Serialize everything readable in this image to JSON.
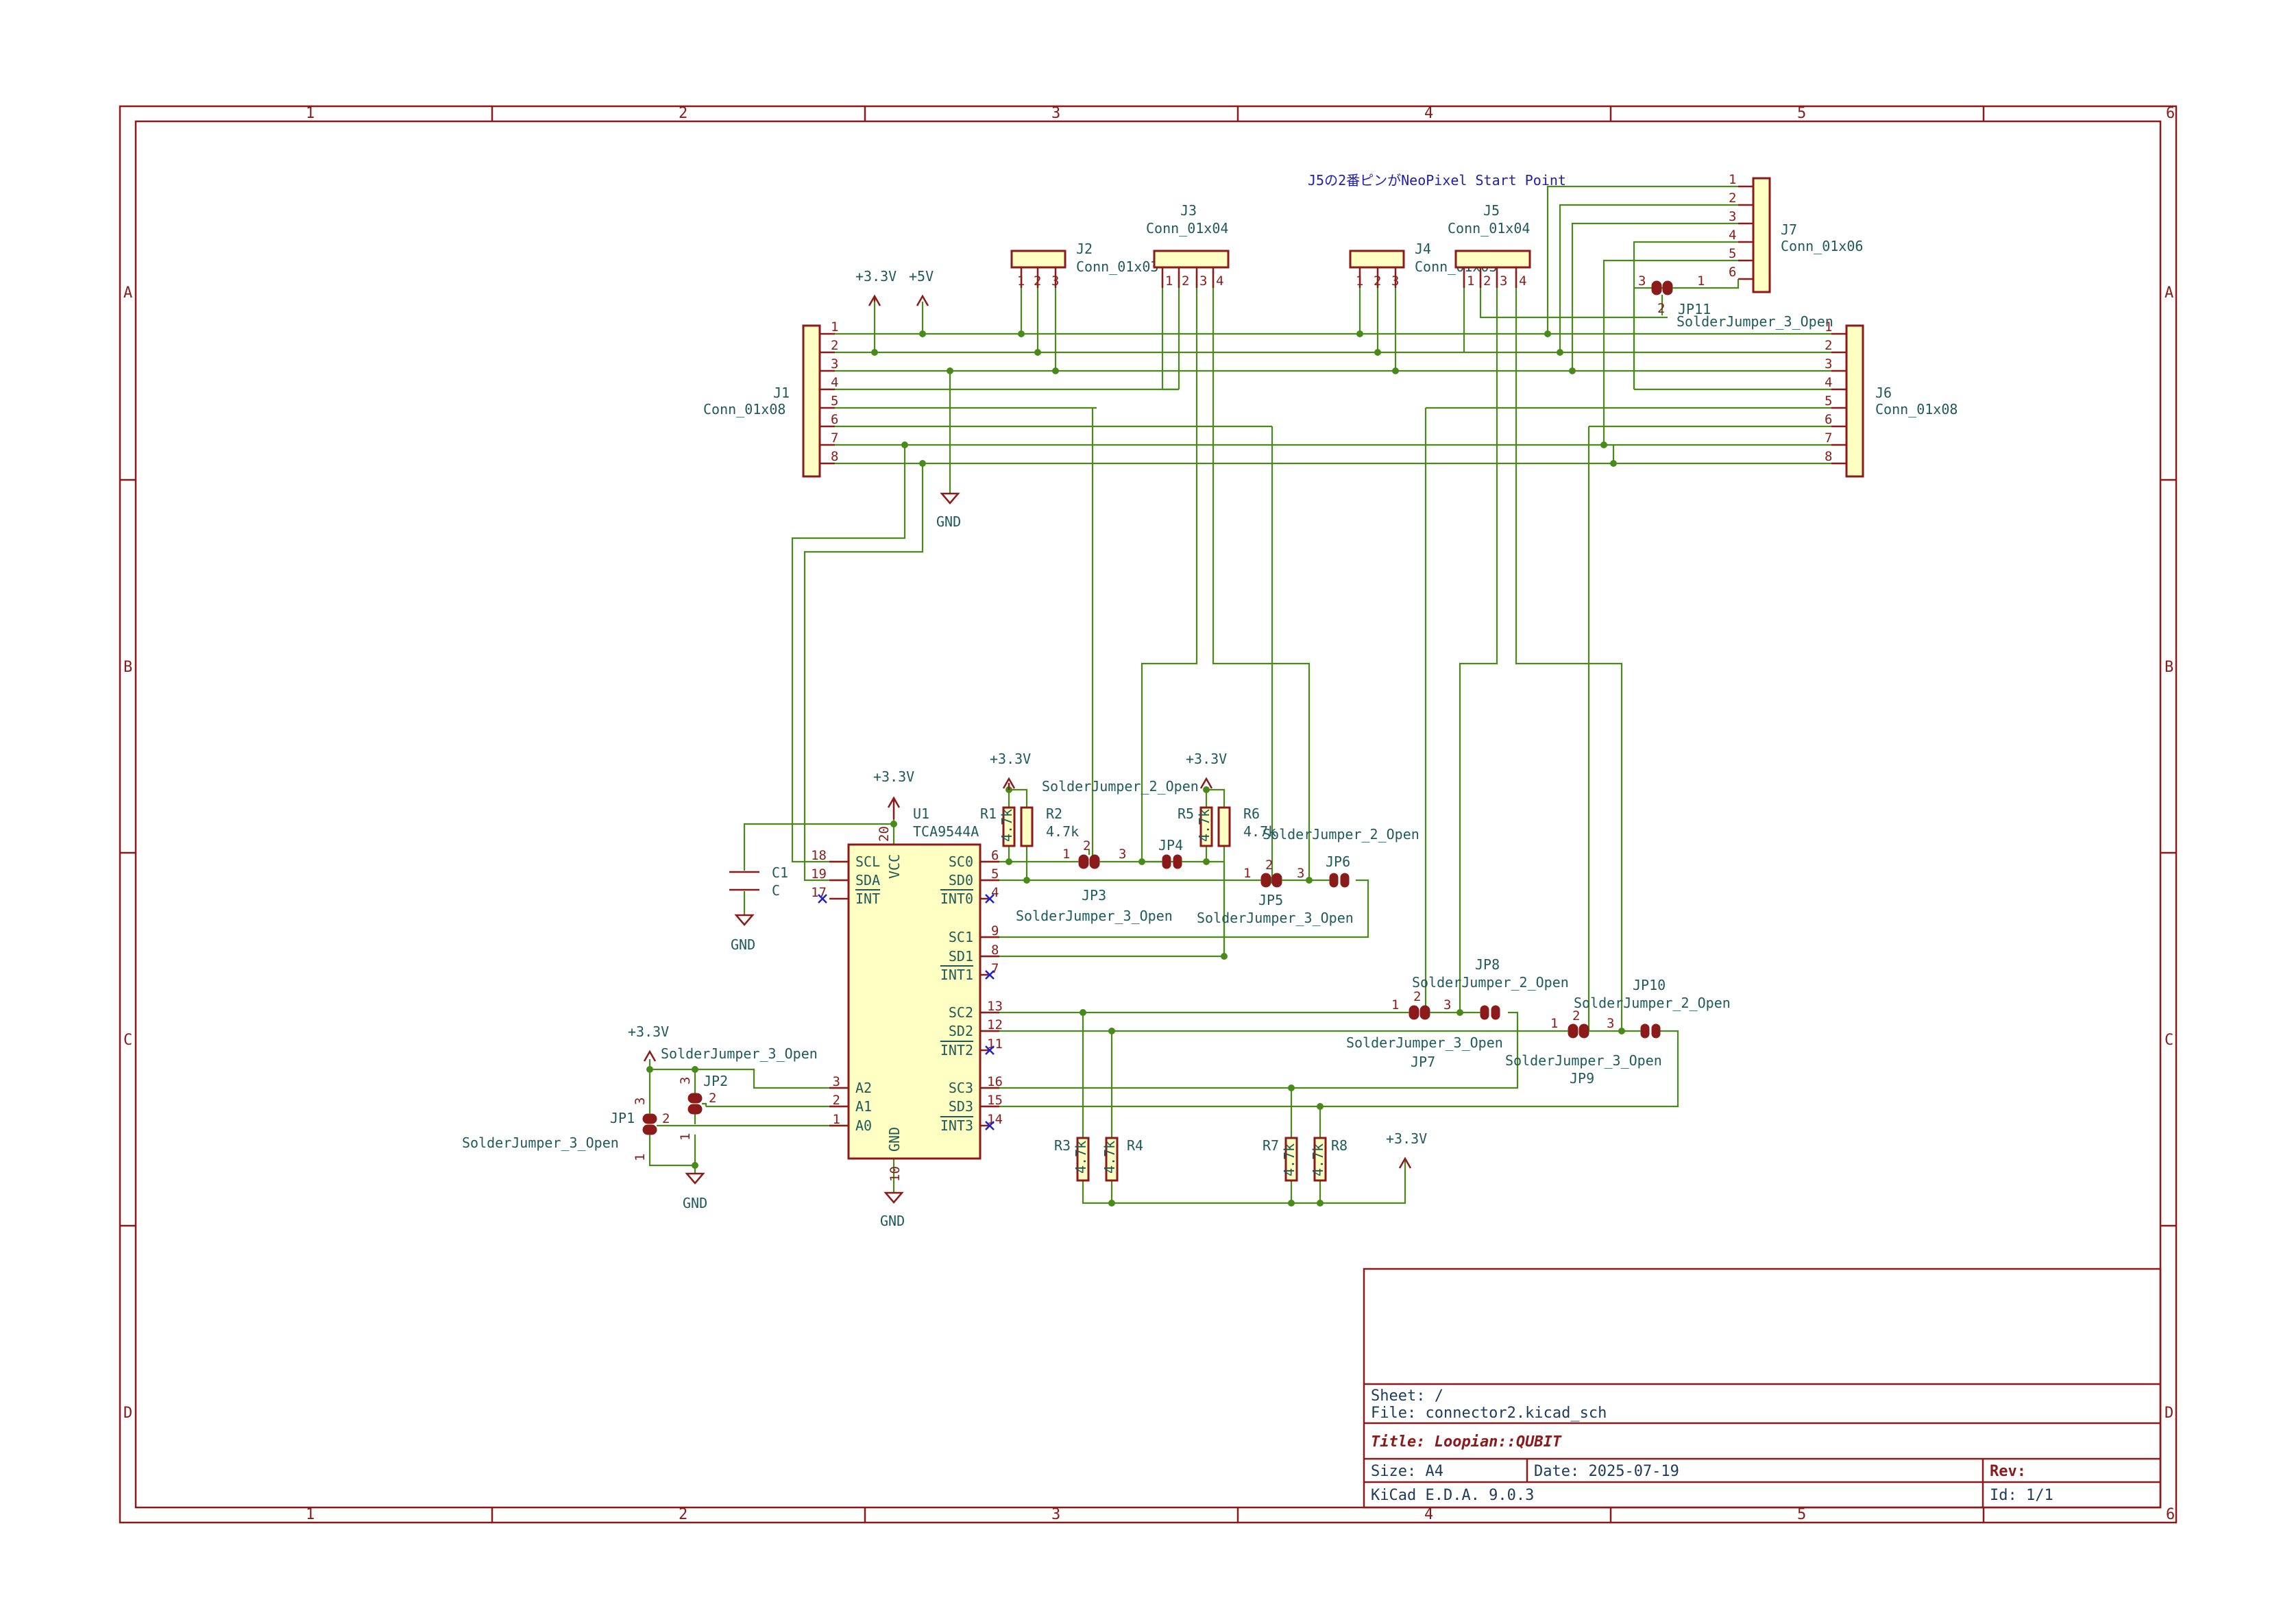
{
  "sheet": {
    "columns": [
      "1",
      "2",
      "3",
      "4",
      "5",
      "6"
    ],
    "rows": [
      "A",
      "B",
      "C",
      "D"
    ]
  },
  "note": "J5の2番ピンがNeoPixel Start Point",
  "power": {
    "v33": "+3.3V",
    "v5": "+5V",
    "gnd": "GND"
  },
  "connectors": {
    "J1": {
      "ref": "J1",
      "value": "Conn_01x08",
      "pins": [
        "1",
        "2",
        "3",
        "4",
        "5",
        "6",
        "7",
        "8"
      ]
    },
    "J2": {
      "ref": "J2",
      "value": "Conn_01x03",
      "pins": [
        "1",
        "2",
        "3"
      ]
    },
    "J3": {
      "ref": "J3",
      "value": "Conn_01x04",
      "pins": [
        "1",
        "2",
        "3",
        "4"
      ]
    },
    "J4": {
      "ref": "J4",
      "value": "Conn_01x03",
      "pins": [
        "1",
        "2",
        "3"
      ]
    },
    "J5": {
      "ref": "J5",
      "value": "Conn_01x04",
      "pins": [
        "1",
        "2",
        "3",
        "4"
      ]
    },
    "J6": {
      "ref": "J6",
      "value": "Conn_01x08",
      "pins": [
        "1",
        "2",
        "3",
        "4",
        "5",
        "6",
        "7",
        "8"
      ]
    },
    "J7": {
      "ref": "J7",
      "value": "Conn_01x06",
      "pins": [
        "1",
        "2",
        "3",
        "4",
        "5",
        "6"
      ]
    }
  },
  "ic": {
    "ref": "U1",
    "value": "TCA9544A",
    "left_pins": [
      {
        "num": "18",
        "name": "SCL"
      },
      {
        "num": "19",
        "name": "SDA"
      },
      {
        "num": "17",
        "name": "INT"
      },
      {
        "num": "3",
        "name": "A2"
      },
      {
        "num": "2",
        "name": "A1"
      },
      {
        "num": "1",
        "name": "A0"
      }
    ],
    "right_pins": [
      {
        "num": "6",
        "name": "SC0"
      },
      {
        "num": "5",
        "name": "SD0"
      },
      {
        "num": "4",
        "name": "INT0"
      },
      {
        "num": "9",
        "name": "SC1"
      },
      {
        "num": "8",
        "name": "SD1"
      },
      {
        "num": "7",
        "name": "INT1"
      },
      {
        "num": "13",
        "name": "SC2"
      },
      {
        "num": "12",
        "name": "SD2"
      },
      {
        "num": "11",
        "name": "INT2"
      },
      {
        "num": "16",
        "name": "SC3"
      },
      {
        "num": "15",
        "name": "SD3"
      },
      {
        "num": "14",
        "name": "INT3"
      }
    ],
    "vcc": {
      "num": "20",
      "name": "VCC"
    },
    "gnd": {
      "num": "10",
      "name": "GND"
    }
  },
  "capacitor": {
    "ref": "C1",
    "value": "C"
  },
  "resistors": [
    {
      "ref": "R1",
      "value": "4.7k"
    },
    {
      "ref": "R2",
      "value": "4.7k"
    },
    {
      "ref": "R3",
      "value": "4.7k"
    },
    {
      "ref": "R4",
      "value": "4.7k"
    },
    {
      "ref": "R5",
      "value": "4.7k"
    },
    {
      "ref": "R6",
      "value": "4.7k"
    },
    {
      "ref": "R7",
      "value": "4.7k"
    },
    {
      "ref": "R8",
      "value": "4.7k"
    }
  ],
  "jumpers": {
    "JP1": {
      "ref": "JP1",
      "value": "SolderJumper_3_Open"
    },
    "JP2": {
      "ref": "JP2",
      "value": "SolderJumper_3_Open"
    },
    "JP3": {
      "ref": "JP3",
      "value": "SolderJumper_3_Open"
    },
    "JP4": {
      "ref": "JP4",
      "value": "SolderJumper_2_Open"
    },
    "JP5": {
      "ref": "JP5",
      "value": "SolderJumper_3_Open"
    },
    "JP6": {
      "ref": "JP6",
      "value": "SolderJumper_2_Open"
    },
    "JP7": {
      "ref": "JP7",
      "value": "SolderJumper_3_Open"
    },
    "JP8": {
      "ref": "JP8",
      "value": "SolderJumper_2_Open"
    },
    "JP9": {
      "ref": "JP9",
      "value": "SolderJumper_3_Open"
    },
    "JP10": {
      "ref": "JP10",
      "value": "SolderJumper_2_Open"
    },
    "JP11": {
      "ref": "JP11",
      "value": "SolderJumper_3_Open"
    }
  },
  "title_block": {
    "sheet": "Sheet: /",
    "file": "File: connector2.kicad_sch",
    "title": "Title:  Loopian::QUBIT",
    "size": "Size: A4",
    "date": "Date: 2025-07-19",
    "rev": "Rev:",
    "tool": "KiCad E.D.A. 9.0.3",
    "id": "Id: 1/1"
  }
}
